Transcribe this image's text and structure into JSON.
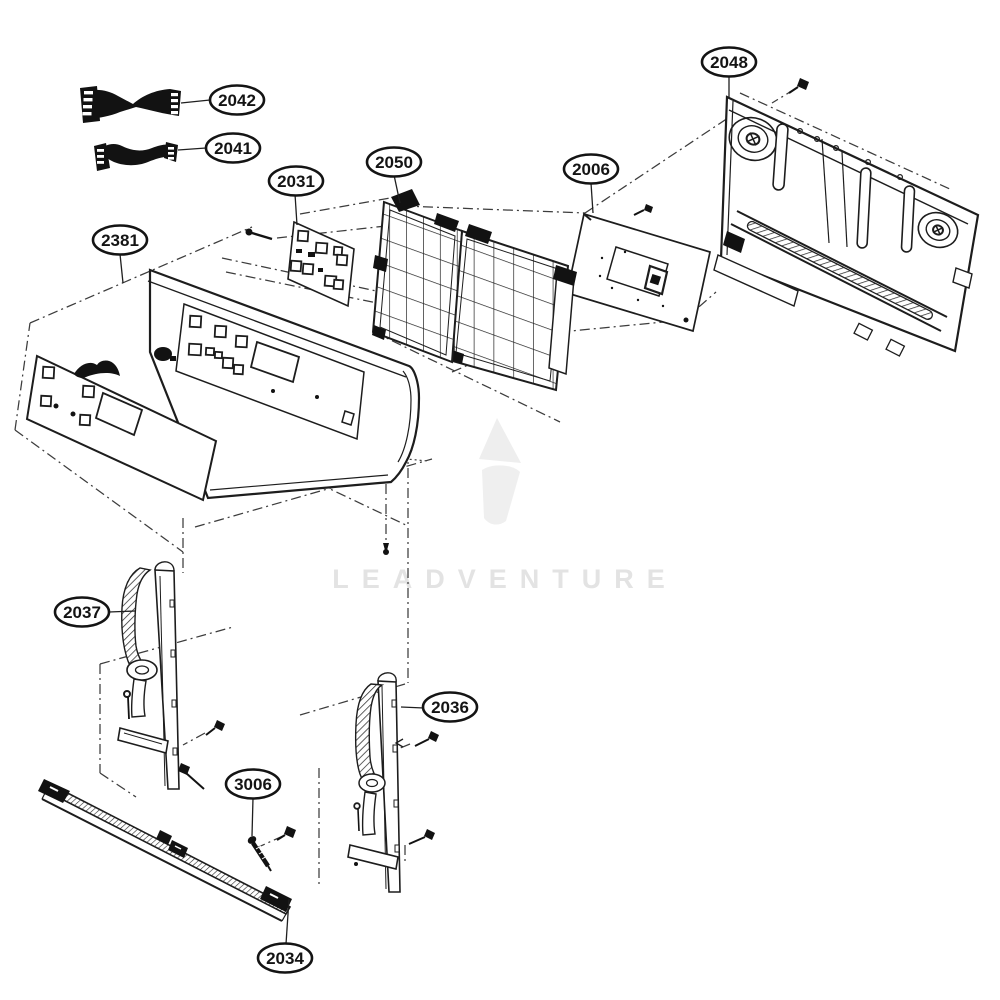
{
  "diagram": {
    "watermark": "LEADVENTURE",
    "callouts": [
      {
        "id": "2042",
        "label": "2042"
      },
      {
        "id": "2041",
        "label": "2041"
      },
      {
        "id": "2031",
        "label": "2031"
      },
      {
        "id": "2050",
        "label": "2050"
      },
      {
        "id": "2006",
        "label": "2006"
      },
      {
        "id": "2048",
        "label": "2048"
      },
      {
        "id": "2381",
        "label": "2381"
      },
      {
        "id": "2037",
        "label": "2037"
      },
      {
        "id": "2036",
        "label": "2036"
      },
      {
        "id": "3006",
        "label": "3006"
      },
      {
        "id": "2034",
        "label": "2034"
      }
    ],
    "colors": {
      "line": "#1f1f1f",
      "background": "#ffffff",
      "watermark": "#e3e3e3"
    }
  }
}
